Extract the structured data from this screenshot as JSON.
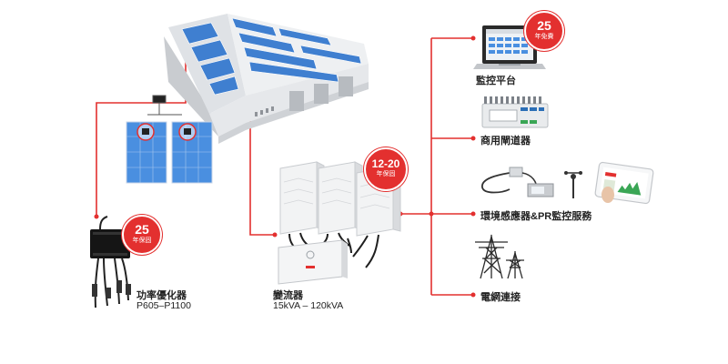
{
  "colors": {
    "accent": "#e3302f",
    "panel": "#3f7fd0",
    "line": "#e3302f"
  },
  "optimizer": {
    "label": "功率優化器",
    "model": "P605–P1100",
    "badge": {
      "number": "25",
      "text": "年保固"
    }
  },
  "inverter": {
    "label": "變流器",
    "range": "15kVA – 120kVA",
    "badge": {
      "number": "12-20",
      "text": "年保固"
    }
  },
  "monitoring": {
    "label": "監控平台",
    "badge": {
      "number": "25",
      "text": "年免費"
    }
  },
  "gateway": {
    "label": "商用閘道器"
  },
  "sensors": {
    "label": "環境感應器&PR監控服務"
  },
  "grid": {
    "label": "電網連接"
  },
  "icons": [
    "factory-roof-icon",
    "solar-panel-icon",
    "optimizer-icon",
    "inverter-icon",
    "laptop-icon",
    "gateway-icon",
    "sensor-icon",
    "tablet-icon",
    "power-tower-icon"
  ]
}
